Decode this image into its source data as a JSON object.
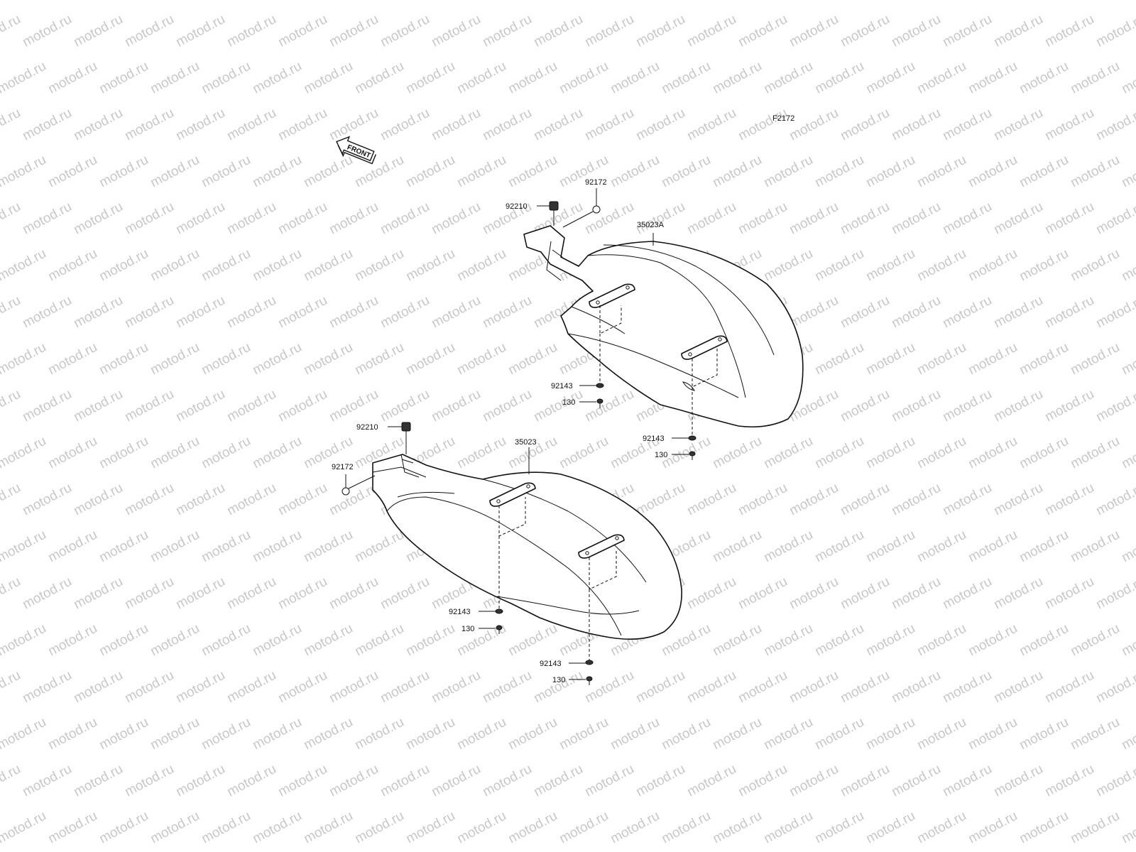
{
  "watermark": {
    "text": "motod.ru",
    "color": "#c8c8c8"
  },
  "figure_code": "F2172",
  "front_arrow": {
    "text": "FRONT",
    "icon": "front-direction-arrow"
  },
  "labels": {
    "upper_fender": "35023A",
    "lower_fender": "35023",
    "upper_clip": "92210",
    "upper_bolt_clip": "92172",
    "upper_washer_1": "92143",
    "upper_bolt_1": "130",
    "upper_washer_2": "92143",
    "upper_bolt_2": "130",
    "lower_clip": "92210",
    "lower_bolt_clip": "92172",
    "lower_washer_1": "92143",
    "lower_bolt_1": "130",
    "lower_washer_2": "92143",
    "lower_bolt_2": "130"
  }
}
